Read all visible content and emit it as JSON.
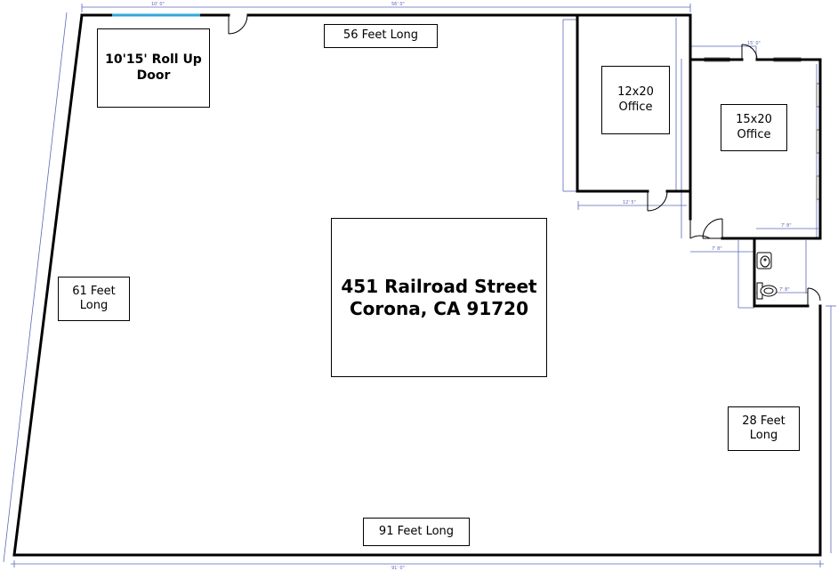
{
  "labels": {
    "roll_up_door": [
      "10'15' Roll Up",
      "Door"
    ],
    "top_length": "56 Feet Long",
    "office_small": [
      "12x20",
      "Office"
    ],
    "office_large": [
      "15x20",
      "Office"
    ],
    "left_length": [
      "61 Feet",
      "Long"
    ],
    "address": [
      "451 Railroad Street",
      "Corona, CA 91720"
    ],
    "right_length": [
      "28 Feet",
      "Long"
    ],
    "bottom_length": "91 Feet Long"
  },
  "colors": {
    "wall": "#000000",
    "dimension": "#5a68b8",
    "door_opening": "#2fa8d8"
  }
}
